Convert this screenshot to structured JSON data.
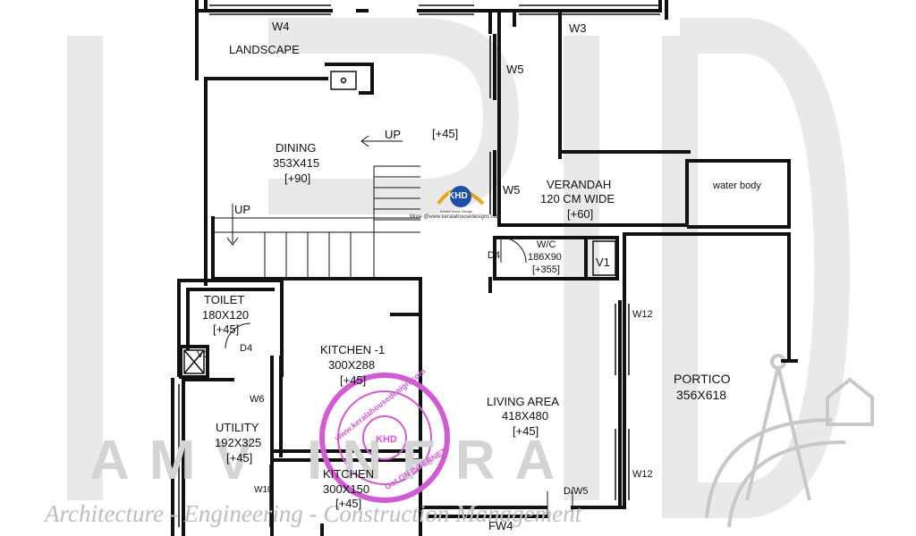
{
  "watermark": {
    "big_text": "AMV INFRA",
    "script_text": "Architecture - Engineering - Construction Management"
  },
  "logo": {
    "brand": "KHD",
    "tagline": "Kerala home Design",
    "more_text": "More @www.keralahousedesigns.com"
  },
  "stamp": {
    "top_text": "www.keralahousedesign.com",
    "bottom_text": "Got ON INTERNET",
    "center": "KHD"
  },
  "rooms": {
    "landscape": {
      "name": "LANDSCAPE"
    },
    "dining": {
      "name": "DINING",
      "size": "353X415",
      "level": "[+90]"
    },
    "verandah": {
      "name": "VERANDAH",
      "size": "120 CM WIDE",
      "level": "[+60]"
    },
    "water_body": {
      "name": "water body"
    },
    "wc": {
      "name": "W/C",
      "size": "186X90",
      "level": "[+355]"
    },
    "toilet": {
      "name": "TOILET",
      "size": "180X120",
      "level": "[+45]"
    },
    "kitchen1": {
      "name": "KITCHEN -1",
      "size": "300X288",
      "level": "[+45]"
    },
    "living": {
      "name": "LIVING AREA",
      "size": "418X480",
      "level": "[+45]"
    },
    "portico": {
      "name": "PORTICO",
      "size": "356X618"
    },
    "utility": {
      "name": "UTILITY",
      "size": "192X325",
      "level": "[+45]"
    },
    "kitchen": {
      "name": "KITCHEN",
      "size": "300X150",
      "level": "[+45]"
    }
  },
  "labels": {
    "w4": "W4",
    "w3": "W3",
    "w5a": "W5",
    "w5b": "W5",
    "up1": "UP",
    "up2": "UP",
    "level_45": "[+45]",
    "d4a": "D4",
    "d4b": "D4",
    "v1a": "V1",
    "v1b": "V1",
    "w12a": "W12",
    "w12b": "W12",
    "w6": "W6",
    "w10": "W10",
    "dw5": "D/W5",
    "fw4": "FW4"
  },
  "colors": {
    "wall": "#111111",
    "watermark": "#d4d4d4",
    "stamp": "#d25ad2",
    "logo_gold": "#e8a317",
    "logo_blue": "#1f4fa8",
    "water_fill": "#eef2f3"
  }
}
